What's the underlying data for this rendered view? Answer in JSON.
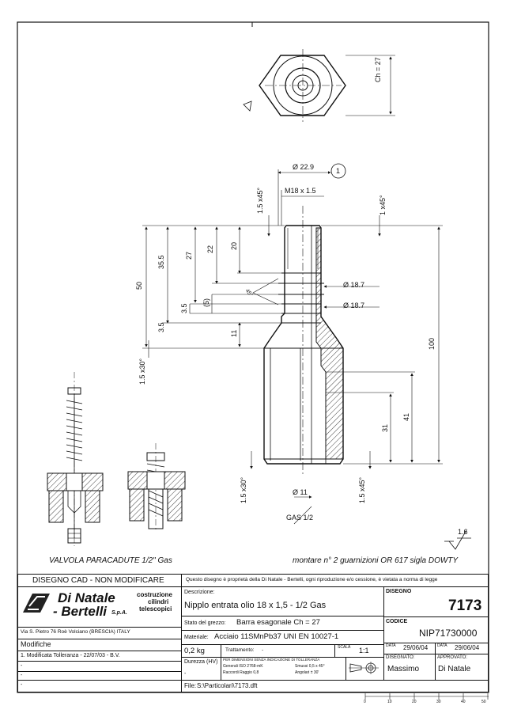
{
  "drawing": {
    "notes": {
      "left_caption": "VALVOLA PARACADUTE 1/2\" Gas",
      "right_caption": "montare n° 2 guarnizioni OR 617 sigla DOWTY",
      "balloon": "1",
      "surface_finish": "1.6"
    },
    "dimensions": {
      "hex_flats": "Ch = 27",
      "dia_top": "Ø 22.9",
      "thread": "M18 x 1.5",
      "chamfer_top_left": "1.5 x45°",
      "chamfer_top_right": "1 x45°",
      "len_50": "50",
      "len_35_5": "35.5",
      "len_27": "27",
      "len_22": "22",
      "len_20": "20",
      "len_3_5_a": "3.5",
      "len_5": "(5)",
      "len_3_5_b": "3.5",
      "len_11": "11",
      "angle_45": "45°",
      "dia_18_7_a": "Ø 18.7",
      "dia_18_7_b": "Ø 18.7",
      "len_100": "100",
      "chamfer_mid_left": "1.5 x30°",
      "len_41": "41",
      "len_31": "31",
      "chamfer_bot_left": "1.5 x30°",
      "chamfer_bot_right": "1.5 x45°",
      "dia_11": "Ø 11",
      "gas": "GAS 1/2"
    }
  },
  "title_block": {
    "cad_notice": "DISEGNO CAD - NON MODIFICARE",
    "ownership_notice": "Questo disegno è proprietà della Di Natale - Bertelli, ogni riproduzione e/o cessione, è vietata a norma di legge",
    "company": {
      "name_line1": "Di Natale",
      "name_line2": "- Bertelli",
      "suffix": "S.p.A.",
      "activity_line1": "costruzione",
      "activity_line2": "cilindri",
      "activity_line3": "telescopici",
      "address": "Via S. Pietro 76   Roè Volciano  (BRESCIA)  ITALY"
    },
    "modifiche_label": "Modifiche",
    "modifiche": [
      "1. Modificata Tolleranza - 22/07/03 - B.V.",
      "-",
      "-",
      "-"
    ],
    "descrizione_label": "Descrizione:",
    "descrizione": "Nipplo entrata olio 18 x 1,5 -  1/2 Gas",
    "stato_label": "Stato del grezzo:",
    "stato": "Barra esagonale Ch = 27",
    "materiale_label": "Materiale:",
    "materiale": "Acciaio 11SMnPb37  UNI EN 10027-1",
    "peso": "0,2 kg",
    "trattamento_label": "Trattamento:",
    "trattamento": "-",
    "scala_label": "SCALA",
    "scala": "1:1",
    "durezza_label": "Durezza (HV)",
    "durezza": "-",
    "tolerance_title": "PER DIMENSIONI SENZA INDICAZIONE DI TOLLERANZA",
    "tolerance_general": "Generali ISO 2768-mK",
    "tolerance_smussi": "Smussi 0,5 x 45°",
    "tolerance_raccordi": "Raccordi Raggio 0,8",
    "tolerance_angolari": "Angolari ± 30'",
    "file_label": "File:",
    "file": "S:\\Particolari\\7173.dft",
    "disegno_label": "DISEGNO",
    "disegno": "7173",
    "codice_label": "CODICE",
    "codice": "NIP71730000",
    "data_label1": "DATA",
    "data1": "29/06/04",
    "data_label2": "DATA",
    "data2": "29/06/04",
    "disegnato_label": "DISEGNATO:",
    "disegnato": "Massimo",
    "approvato_label": "APPROVATO:",
    "approvato": "Di Natale"
  },
  "ruler": [
    "0",
    "10",
    "20",
    "30",
    "40",
    "50"
  ]
}
